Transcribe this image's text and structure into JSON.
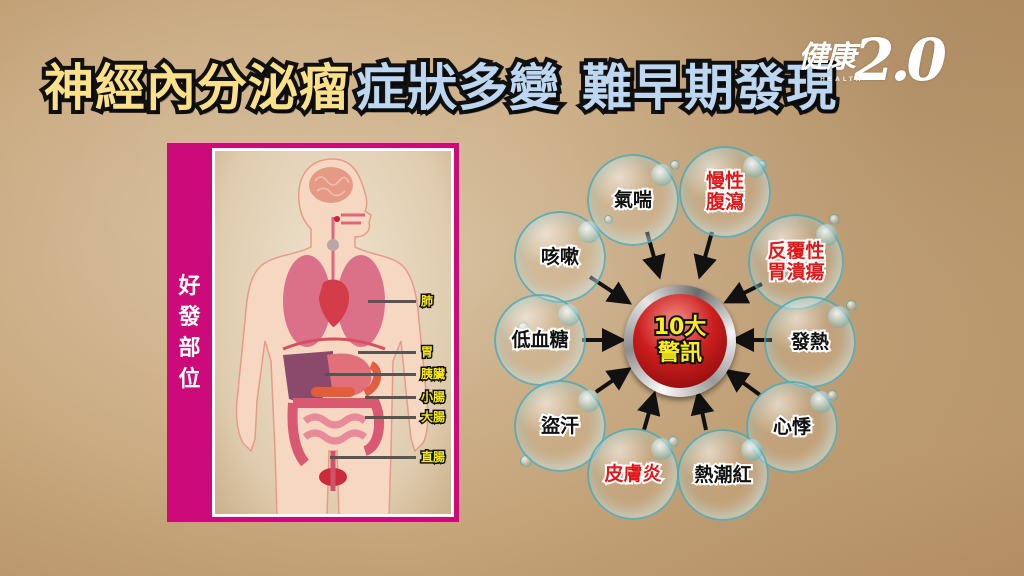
{
  "title": {
    "part1": "神經內分泌瘤",
    "part2": "症狀多變",
    "part3": "難早期發現",
    "part1_color": "#fbe08a",
    "part2_color": "#bcd7ef"
  },
  "logo": {
    "zh": "健康",
    "version": "2.0",
    "sub": "HEALTH"
  },
  "body_panel": {
    "side_label": [
      "好",
      "發",
      "部",
      "位"
    ],
    "frame_color": "#cc0a7a",
    "organs": [
      {
        "label": "肺"
      },
      {
        "label": "胃"
      },
      {
        "label": "胰臟"
      },
      {
        "label": "小腸"
      },
      {
        "label": "大腸"
      },
      {
        "label": "直腸"
      }
    ]
  },
  "warning_diagram": {
    "center": {
      "line1": "10大",
      "line2": "警訊"
    },
    "symptoms": [
      {
        "label": "氣喘",
        "color": "black"
      },
      {
        "label": "慢性\n腹瀉",
        "line1": "慢性",
        "line2": "腹瀉",
        "color": "red"
      },
      {
        "label": "咳嗽",
        "color": "black"
      },
      {
        "label": "反覆性\n胃潰瘍",
        "line1": "反覆性",
        "line2": "胃潰瘍",
        "color": "red"
      },
      {
        "label": "低血糖",
        "color": "black"
      },
      {
        "label": "發熱",
        "color": "black"
      },
      {
        "label": "盜汗",
        "color": "black"
      },
      {
        "label": "心悸",
        "color": "black"
      },
      {
        "label": "皮膚炎",
        "color": "red"
      },
      {
        "label": "熱潮紅",
        "color": "black"
      }
    ]
  }
}
